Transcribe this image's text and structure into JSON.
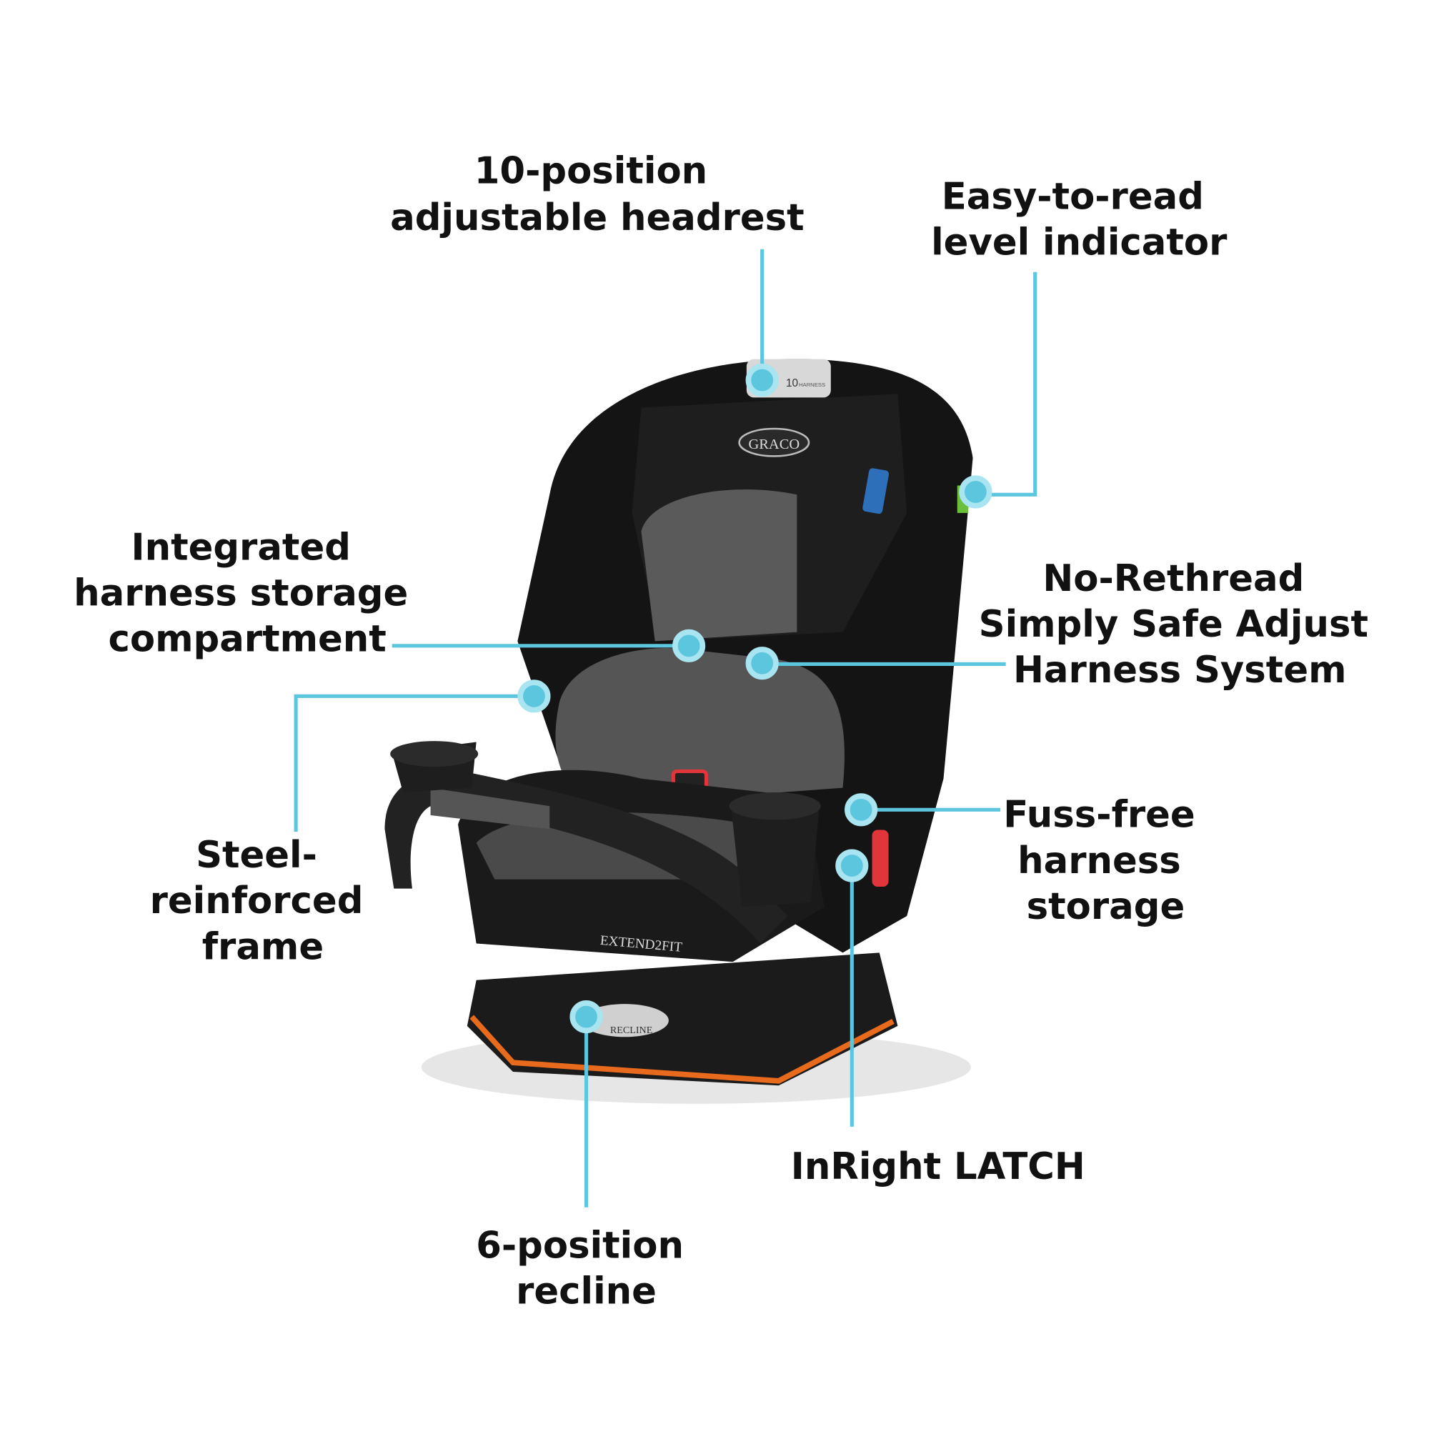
{
  "colors": {
    "callout": "#5cc6de",
    "text": "#111111",
    "seat_dark": "#151515",
    "seat_grey": "#5a5a5a",
    "accent_red": "#e0353b"
  },
  "product": {
    "brand": "GRACO",
    "model": "EXTEND2FIT",
    "recline_label": "RECLINE",
    "headrest_label": "10",
    "headrest_sub": "HARNESS"
  },
  "callouts": [
    {
      "id": "headrest",
      "lines": [
        "10-position",
        "adjustable headrest"
      ]
    },
    {
      "id": "level-indicator",
      "lines": [
        "Easy-to-read",
        "level indicator"
      ]
    },
    {
      "id": "harness-storage-compartment",
      "lines": [
        "Integrated",
        "harness storage",
        "compartment"
      ]
    },
    {
      "id": "no-rethread",
      "lines": [
        "No-Rethread",
        "Simply Safe Adjust",
        "Harness System"
      ]
    },
    {
      "id": "steel-frame",
      "lines": [
        "Steel-",
        "reinforced",
        "frame"
      ]
    },
    {
      "id": "fuss-free",
      "lines": [
        "Fuss-free",
        "harness",
        "storage"
      ]
    },
    {
      "id": "latch",
      "lines": [
        "InRight LATCH"
      ]
    },
    {
      "id": "recline",
      "lines": [
        "6-position",
        "recline"
      ]
    }
  ]
}
